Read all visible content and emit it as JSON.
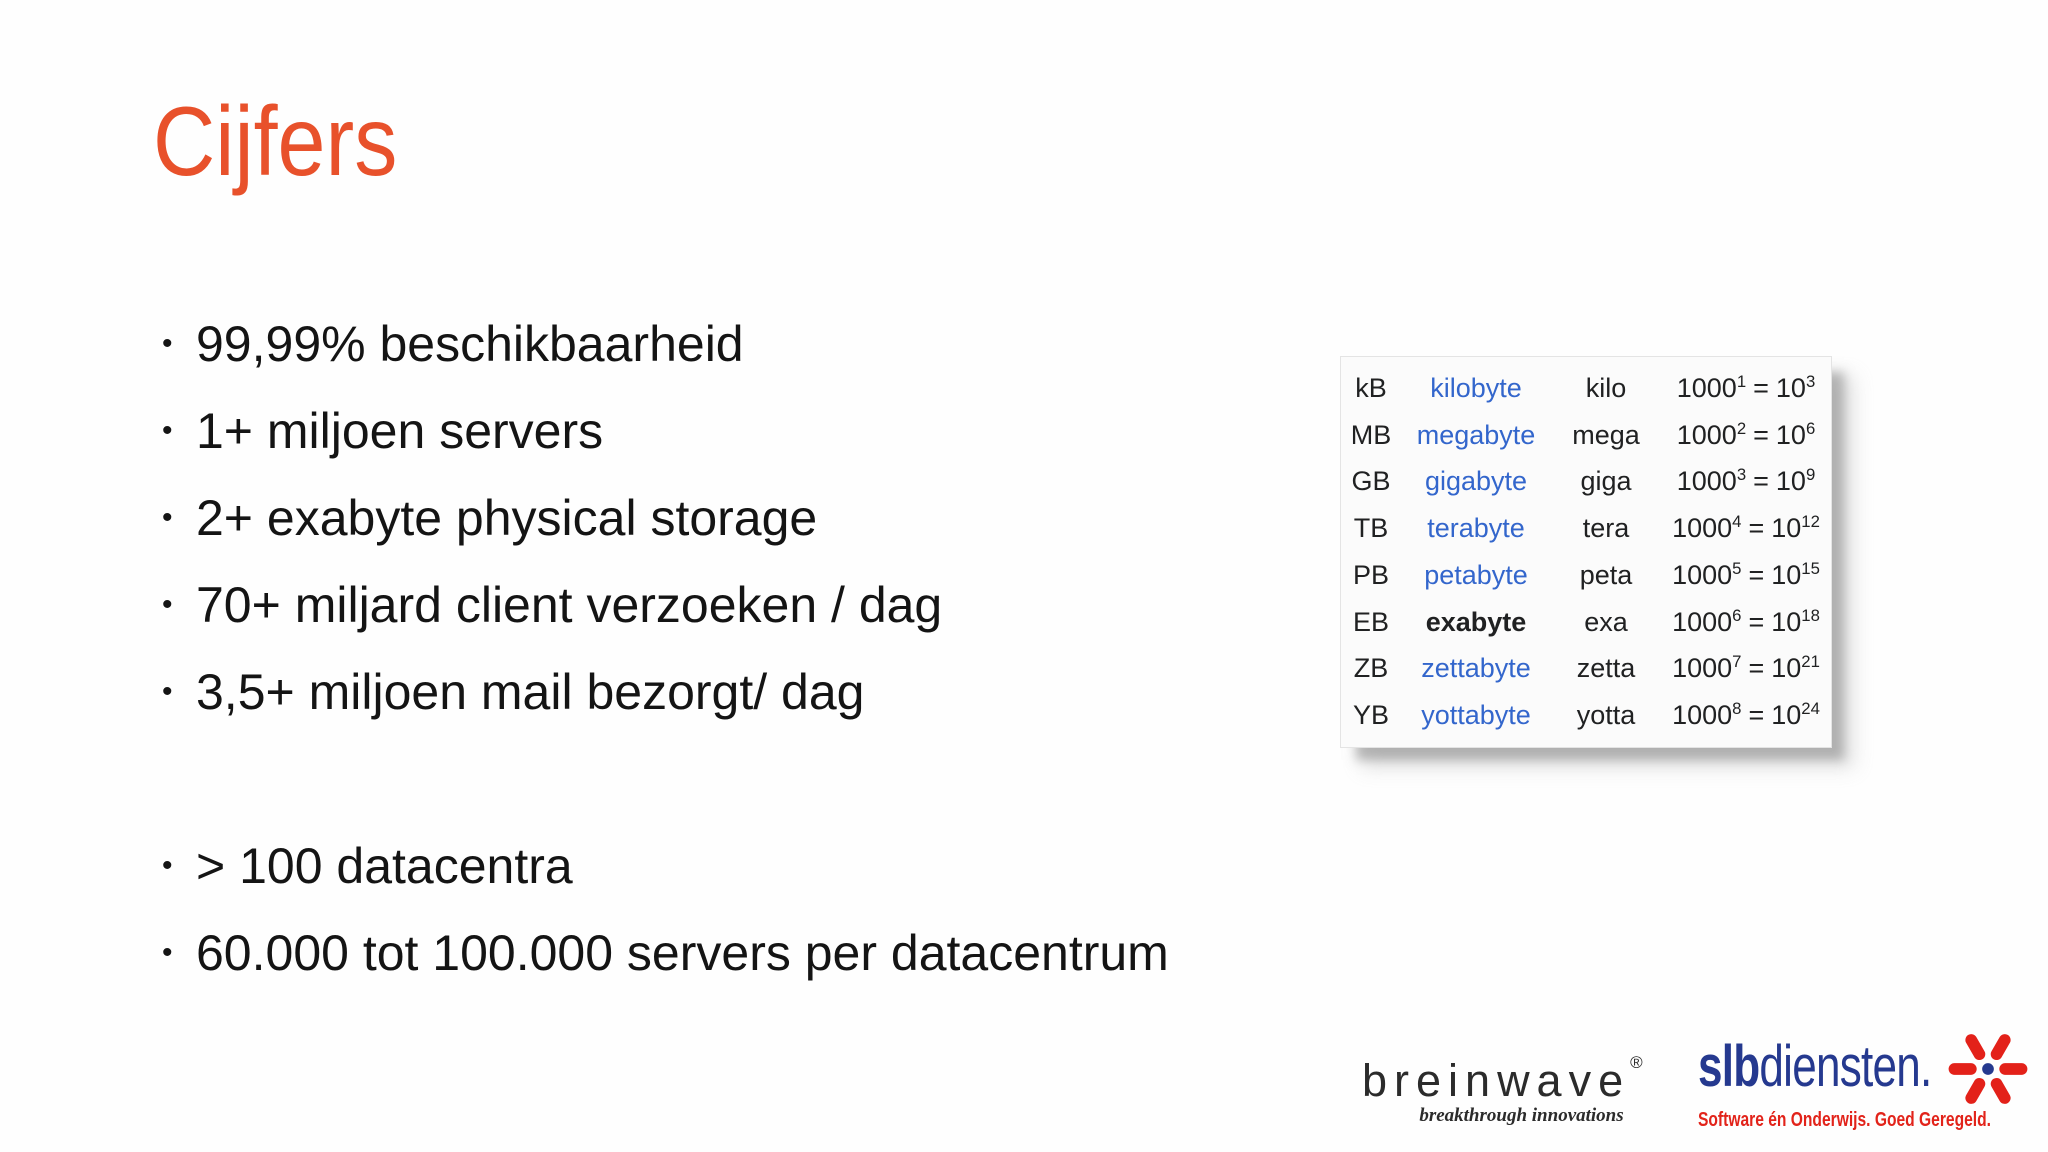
{
  "slide": {
    "title": "Cijfers",
    "bullet_char": "•",
    "bullets": [
      "99,99% beschikbaarheid",
      "1+ miljoen servers",
      "2+ exabyte physical storage",
      "70+ miljard client verzoeken / dag",
      "3,5+ miljoen mail bezorgt/ dag",
      "> 100 datacentra",
      "60.000 tot 100.000 servers per datacentrum"
    ],
    "colors": {
      "title_accent": "#E8512B",
      "body_text": "#141414",
      "background": "#FEFEFE"
    }
  },
  "units_table": {
    "rows": [
      {
        "symbol": "kB",
        "name": "kilobyte",
        "prefix": "kilo",
        "pow": "1000",
        "pow_exp": "1",
        "eq": "=",
        "ten": "10",
        "ten_exp": "3"
      },
      {
        "symbol": "MB",
        "name": "megabyte",
        "prefix": "mega",
        "pow": "1000",
        "pow_exp": "2",
        "eq": "=",
        "ten": "10",
        "ten_exp": "6"
      },
      {
        "symbol": "GB",
        "name": "gigabyte",
        "prefix": "giga",
        "pow": "1000",
        "pow_exp": "3",
        "eq": "=",
        "ten": "10",
        "ten_exp": "9"
      },
      {
        "symbol": "TB",
        "name": "terabyte",
        "prefix": "tera",
        "pow": "1000",
        "pow_exp": "4",
        "eq": "=",
        "ten": "10",
        "ten_exp": "12"
      },
      {
        "symbol": "PB",
        "name": "petabyte",
        "prefix": "peta",
        "pow": "1000",
        "pow_exp": "5",
        "eq": "=",
        "ten": "10",
        "ten_exp": "15"
      },
      {
        "symbol": "EB",
        "name": "exabyte",
        "prefix": "exa",
        "pow": "1000",
        "pow_exp": "6",
        "eq": "=",
        "ten": "10",
        "ten_exp": "18"
      },
      {
        "symbol": "ZB",
        "name": "zettabyte",
        "prefix": "zetta",
        "pow": "1000",
        "pow_exp": "7",
        "eq": "=",
        "ten": "10",
        "ten_exp": "21"
      },
      {
        "symbol": "YB",
        "name": "yottabyte",
        "prefix": "yotta",
        "pow": "1000",
        "pow_exp": "8",
        "eq": "=",
        "ten": "10",
        "ten_exp": "24"
      }
    ],
    "colors": {
      "link": "#3366CC",
      "text": "#202122",
      "panel_bg": "#FBFBFB"
    }
  },
  "logos": {
    "breinwave": {
      "wordmark": "breinwave",
      "registered": "®",
      "tagline": "breakthrough innovations",
      "color": "#2B2B2B"
    },
    "slbdiensten": {
      "wordmark_bold": "slb",
      "wordmark_rest": "diensten.",
      "tagline": "Software én Onderwijs. Goed Geregeld.",
      "colors": {
        "blue": "#25398F",
        "red": "#E2231A"
      }
    }
  }
}
